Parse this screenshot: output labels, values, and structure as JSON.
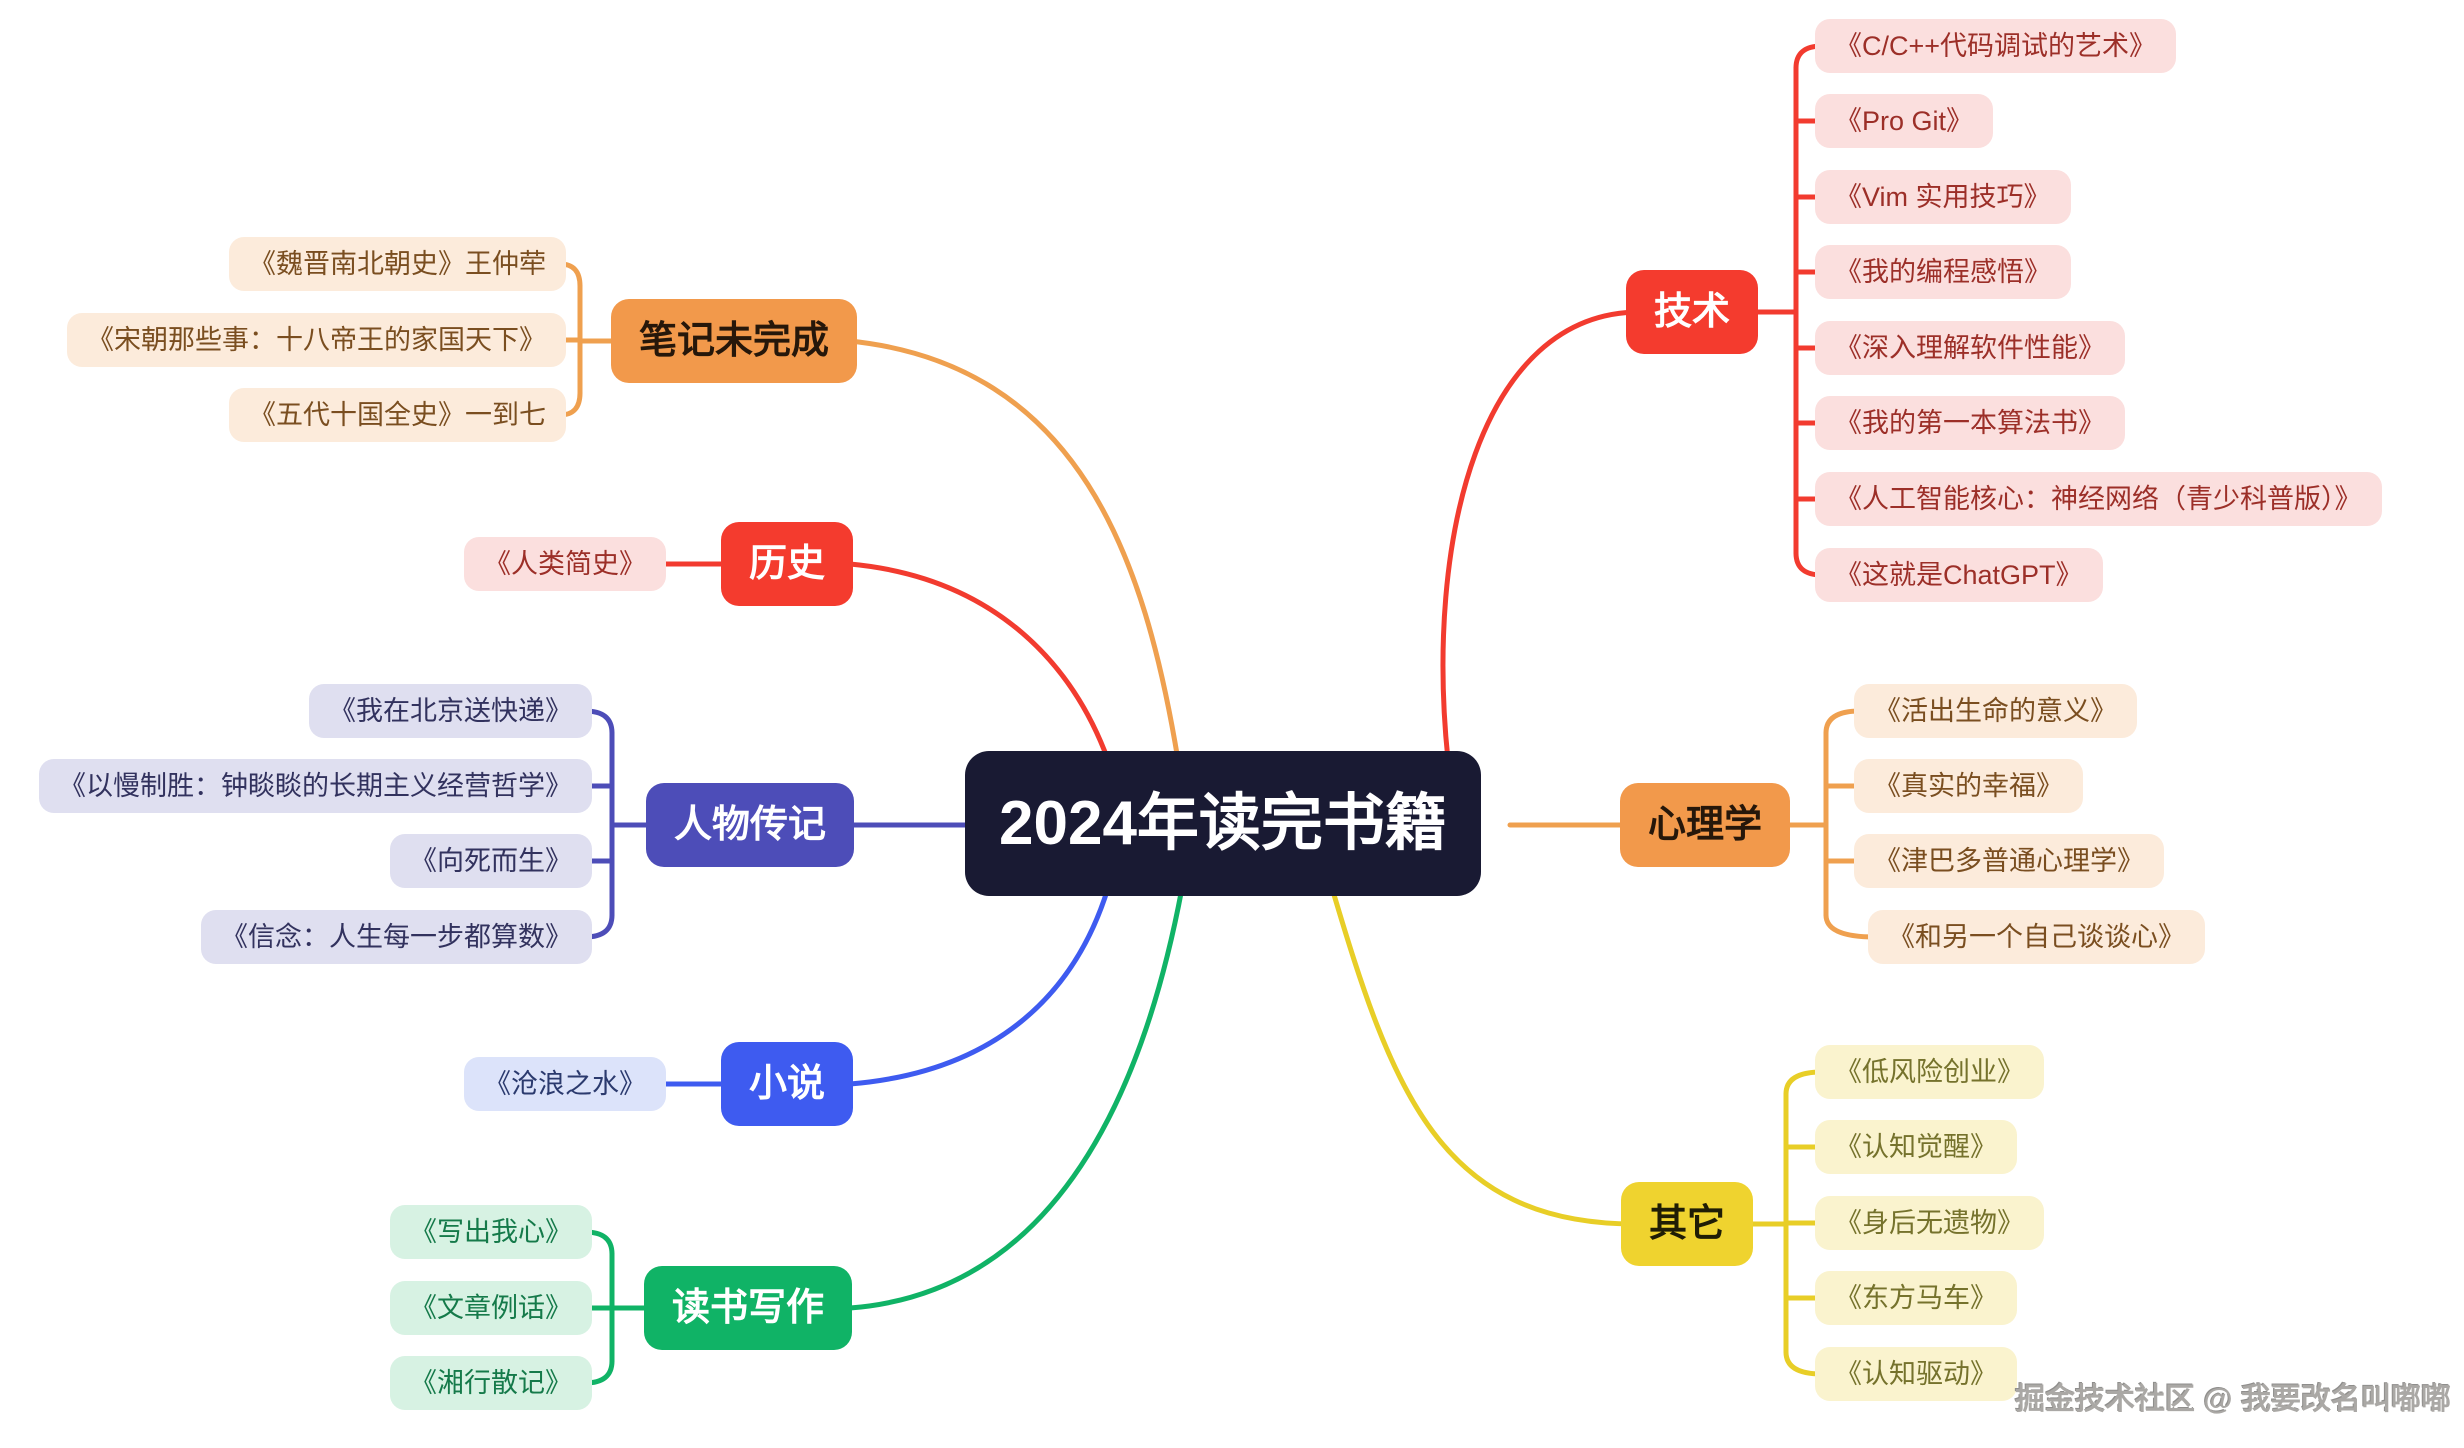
{
  "center": {
    "label": "2024年读完书籍",
    "bg": "#191A33",
    "text_color": "#FFFFFF"
  },
  "watermark": "掘金技术社区 @ 我要改名叫嘟嘟",
  "branches": [
    {
      "label": "技术",
      "node_color": "#F43B2E",
      "node_text_color": "#FFFFFF",
      "line_color": "#F23B2F",
      "book_bg": "#FBDFDE",
      "book_text_color": "#9C2F28",
      "books": [
        "《C/C++代码调试的艺术》",
        "《Pro Git》",
        "《Vim 实用技巧》",
        "《我的编程感悟》",
        "《深入理解软件性能》",
        "《我的第一本算法书》",
        "《人工智能核心：神经网络（青少科普版）》",
        "《这就是ChatGPT》"
      ]
    },
    {
      "label": "心理学",
      "node_color": "#F2994B",
      "node_text_color": "#26170A",
      "line_color": "#EFA04F",
      "book_bg": "#FCEBDB",
      "book_text_color": "#7A4E20",
      "books": [
        "《活出生命的意义》",
        "《真实的幸福》",
        "《津巴多普通心理学》",
        "《和另一个自己谈谈心》"
      ]
    },
    {
      "label": "其它",
      "node_color": "#EFD32F",
      "node_text_color": "#1F1D05",
      "line_color": "#E8CE27",
      "book_bg": "#FAF3CE",
      "book_text_color": "#75722C",
      "books": [
        "《低风险创业》",
        "《认知觉醒》",
        "《身后无遗物》",
        "《东方马车》",
        "《认知驱动》"
      ]
    },
    {
      "label": "笔记未完成",
      "node_color": "#F2994B",
      "node_text_color": "#26170A",
      "line_color": "#EFA04F",
      "book_bg": "#FCEBDB",
      "book_text_color": "#7A4E20",
      "books": [
        "《魏晋南北朝史》王仲荦",
        "《宋朝那些事：十八帝王的家国天下》",
        "《五代十国全史》一到七"
      ]
    },
    {
      "label": "历史",
      "node_color": "#F43B2E",
      "node_text_color": "#FFFFFF",
      "line_color": "#F23B2F",
      "book_bg": "#FBDFDE",
      "book_text_color": "#9C2F28",
      "books": [
        "《人类简史》"
      ]
    },
    {
      "label": "人物传记",
      "node_color": "#4D4DB8",
      "node_text_color": "#FFFFFF",
      "line_color": "#4D4DB8",
      "book_bg": "#DFDFF0",
      "book_text_color": "#32325E",
      "books": [
        "《我在北京送快递》",
        "《以慢制胜：钟睒睒的长期主义经营哲学》",
        "《向死而生》",
        "《信念：人生每一步都算数》"
      ]
    },
    {
      "label": "小说",
      "node_color": "#3E5BF0",
      "node_text_color": "#FFFFFF",
      "line_color": "#3E5BF0",
      "book_bg": "#DCE3FA",
      "book_text_color": "#2B3A6E",
      "books": [
        "《沧浪之水》"
      ]
    },
    {
      "label": "读书写作",
      "node_color": "#10B366",
      "node_text_color": "#FFFFFF",
      "line_color": "#10B366",
      "book_bg": "#D7F2E3",
      "book_text_color": "#157A4A",
      "books": [
        "《写出我心》",
        "《文章例话》",
        "《湘行散记》"
      ]
    }
  ]
}
